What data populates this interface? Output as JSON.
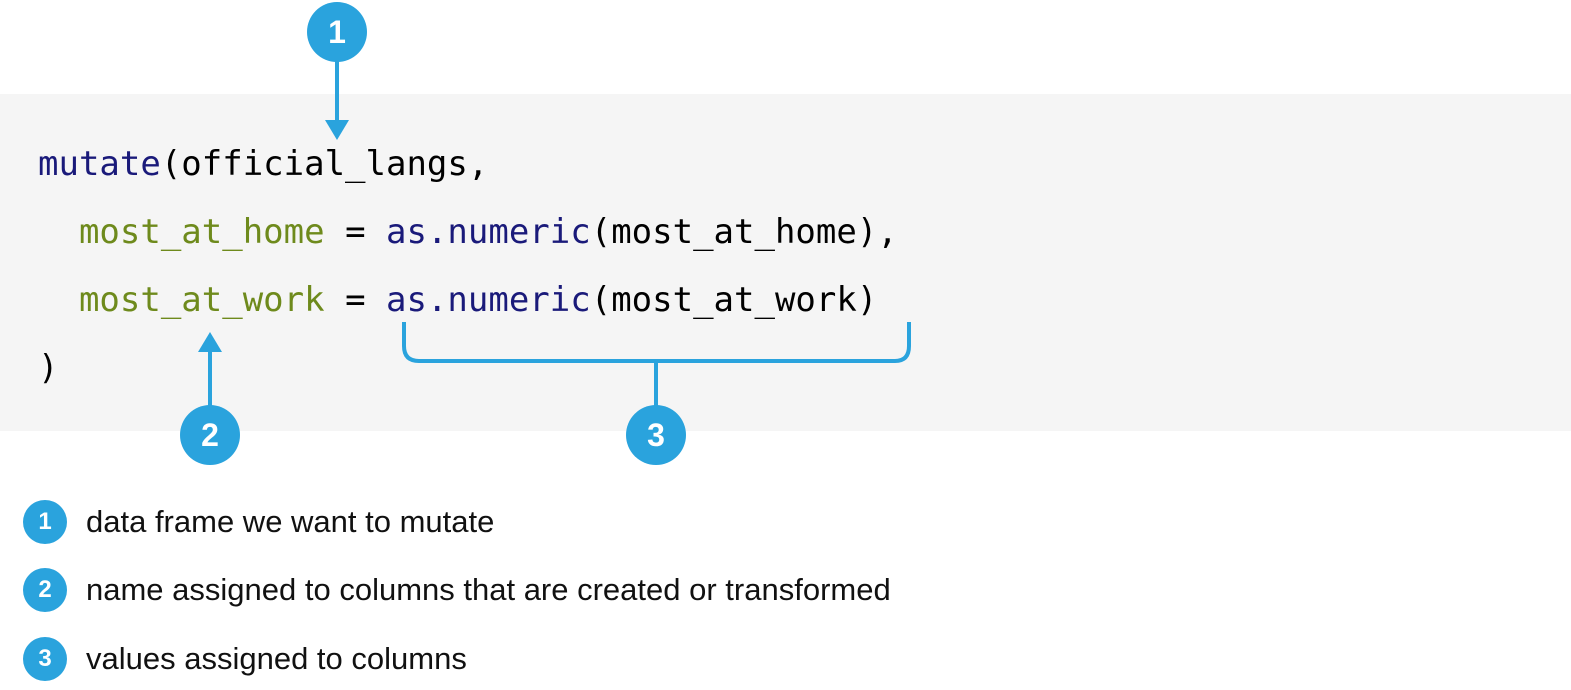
{
  "code": {
    "line1": {
      "fn": "mutate",
      "rest": "(official_langs,"
    },
    "line2": {
      "indent": "  ",
      "arg": "most_at_home",
      "eq": " = ",
      "fn": "as.numeric",
      "rest": "(most_at_home),"
    },
    "line3": {
      "indent": "  ",
      "arg": "most_at_work",
      "eq": " = ",
      "fn": "as.numeric",
      "rest": "(most_at_work)"
    },
    "line4": {
      "rest": ")"
    }
  },
  "callouts": [
    {
      "number": "1"
    },
    {
      "number": "2"
    },
    {
      "number": "3"
    }
  ],
  "legend": [
    {
      "number": "1",
      "text": "data frame we want to mutate"
    },
    {
      "number": "2",
      "text": "name assigned to columns that are created or transformed"
    },
    {
      "number": "3",
      "text": "values assigned to columns"
    }
  ],
  "colors": {
    "accent": "#2aa3dd",
    "function": "#1a1a7a",
    "argument": "#6e8a1c",
    "code_background": "#f5f5f5"
  }
}
